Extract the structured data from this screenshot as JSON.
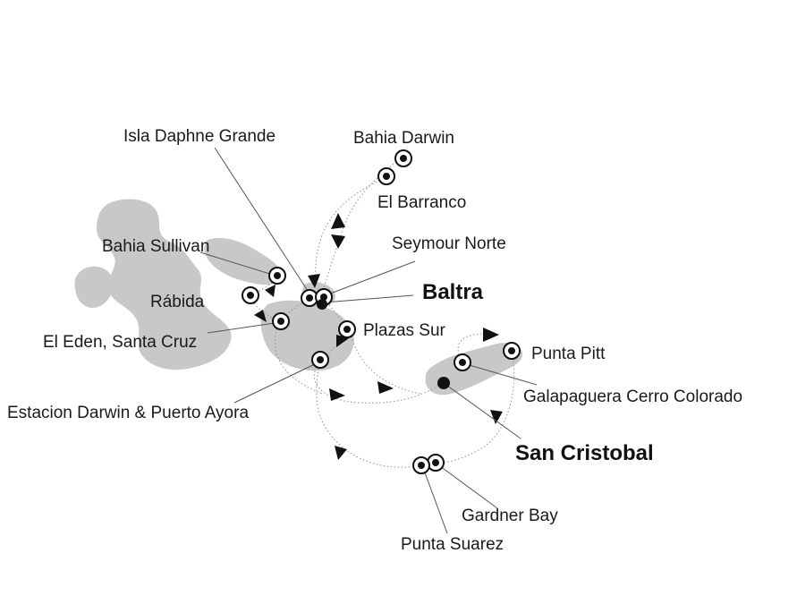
{
  "map": {
    "ports": [
      {
        "id": "isla-daphne-grande",
        "label": "Isla Daphne Grande",
        "kind": "stop"
      },
      {
        "id": "bahia-darwin",
        "label": "Bahia Darwin",
        "kind": "stop"
      },
      {
        "id": "el-barranco",
        "label": "El Barranco",
        "kind": "stop"
      },
      {
        "id": "bahia-sullivan",
        "label": "Bahia Sullivan",
        "kind": "stop"
      },
      {
        "id": "seymour-norte",
        "label": "Seymour Norte",
        "kind": "stop"
      },
      {
        "id": "rabida",
        "label": "Rábida",
        "kind": "stop"
      },
      {
        "id": "baltra",
        "label": "Baltra",
        "kind": "embark"
      },
      {
        "id": "plazas-sur",
        "label": "Plazas Sur",
        "kind": "stop"
      },
      {
        "id": "el-eden",
        "label": "El Eden, Santa Cruz",
        "kind": "stop"
      },
      {
        "id": "punta-pitt",
        "label": "Punta Pitt",
        "kind": "stop"
      },
      {
        "id": "galapaguera",
        "label": "Galapaguera Cerro Colorado",
        "kind": "stop"
      },
      {
        "id": "estacion-darwin",
        "label": "Estacion Darwin & Puerto Ayora",
        "kind": "stop"
      },
      {
        "id": "san-cristobal",
        "label": "San Cristobal",
        "kind": "embark"
      },
      {
        "id": "gardner-bay",
        "label": "Gardner Bay",
        "kind": "stop"
      },
      {
        "id": "punta-suarez",
        "label": "Punta Suarez",
        "kind": "stop"
      }
    ],
    "colors": {
      "land": "#c8c8c8",
      "route": "#9a9a9a",
      "marker": "#111111"
    }
  }
}
